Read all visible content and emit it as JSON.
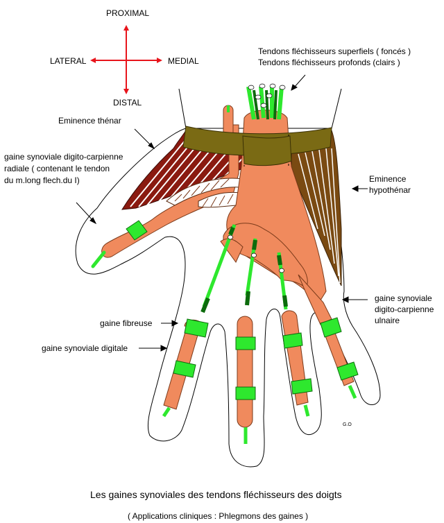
{
  "orientation": {
    "proximal": "PROXIMAL",
    "distal": "DISTAL",
    "lateral": "LATERAL",
    "medial": "MEDIAL",
    "arrow_color": "#e8141b"
  },
  "labels": {
    "tendons_line1": "Tendons fléchisseurs superfiels ( foncés )",
    "tendons_line2": "Tendons fléchisseurs profonds (clairs )",
    "eminence_thenar": "Eminence thénar",
    "gaine_radiale_line1": "gaine synoviale digito-carpienne",
    "gaine_radiale_line2": "radiale  ( contenant le tendon",
    "gaine_radiale_line3": "du  m.long flech.du I)",
    "eminence_hypo_line1": "Eminence",
    "eminence_hypo_line2": "hypothénar",
    "gaine_ulnaire_line1": "gaine synoviale",
    "gaine_ulnaire_line2": "digito-carpienne",
    "gaine_ulnaire_line3": "ulnaire",
    "gaine_fibreuse": "gaine fibreuse",
    "gaine_digitale": "gaine synoviale digitale",
    "signature": "G.O"
  },
  "caption": {
    "title": "Les gaines synoviales des tendons fléchisseurs des doigts",
    "subtitle": "( Applications cliniques : Phlegmons des gaines )"
  },
  "colors": {
    "sheath_orange": "#f08a5d",
    "tendon_green": "#2ee82e",
    "tendon_dark_green": "#0c6b0c",
    "retinaculum_olive": "#7a6a14",
    "thenar_red": "#8a1a10",
    "hypothenar_brown": "#7a4a12"
  }
}
